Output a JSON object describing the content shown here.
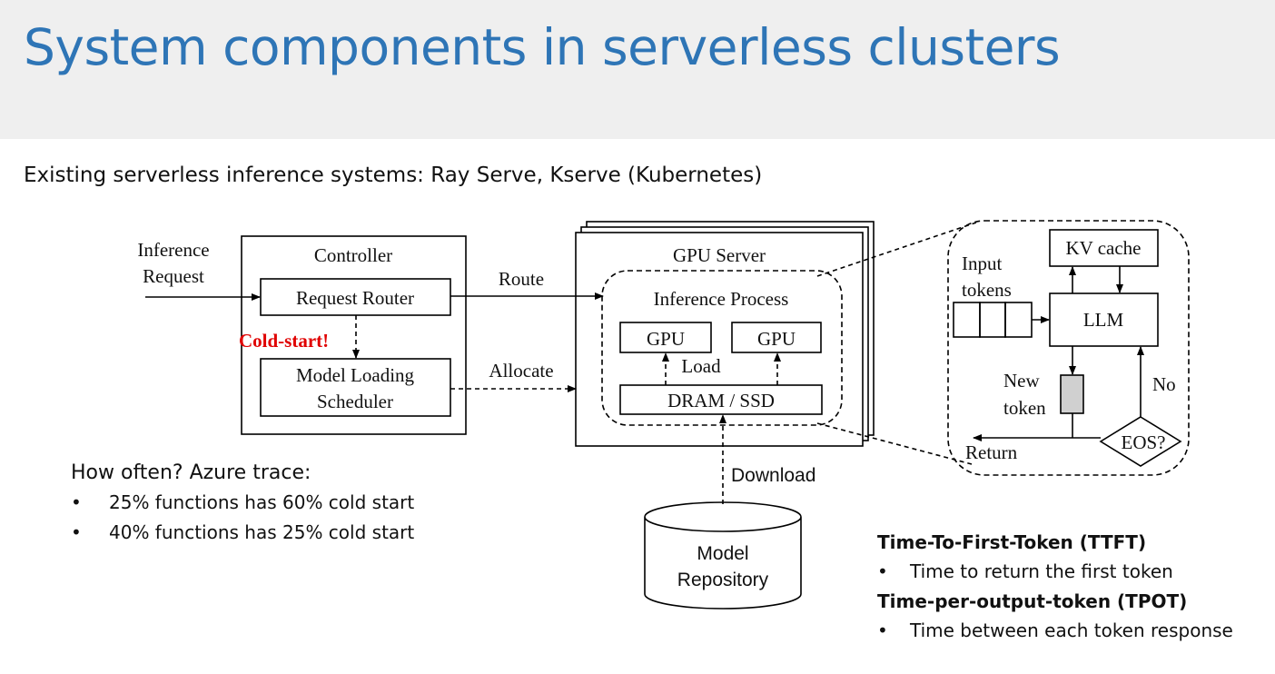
{
  "slide": {
    "title": "System components in serverless clusters",
    "subtitle": "Existing serverless inference systems: Ray Serve, Kserve (Kubernetes)"
  },
  "diagram": {
    "inference_request": [
      "Inference",
      "Request"
    ],
    "controller": "Controller",
    "request_router": "Request Router",
    "cold_start": "Cold-start!",
    "model_loading_scheduler": [
      "Model Loading",
      "Scheduler"
    ],
    "route": "Route",
    "allocate": "Allocate",
    "gpu_server": "GPU Server",
    "inference_process": "Inference Process",
    "gpu_left": "GPU",
    "gpu_right": "GPU",
    "load": "Load",
    "dram_ssd": "DRAM / SSD",
    "download": "Download",
    "model_repository": [
      "Model",
      "Repository"
    ],
    "kv_cache": "KV cache",
    "input_tokens": [
      "Input",
      "tokens"
    ],
    "llm": "LLM",
    "new_token": [
      "New",
      "token"
    ],
    "no": "No",
    "eos": "EOS?",
    "return": "Return",
    "colors": {
      "cold_start": "#e00000",
      "title": "#2e75b6"
    }
  },
  "notes": {
    "heading": "How often? Azure trace:",
    "bullets": [
      "25% functions has 60% cold start",
      "40% functions has 25% cold start"
    ]
  },
  "metrics": {
    "ttft_heading": "Time-To-First-Token (TTFT)",
    "ttft_bullet": "Time to return the first token",
    "tpot_heading": "Time-per-output-token (TPOT)",
    "tpot_bullet": "Time between each token response"
  }
}
